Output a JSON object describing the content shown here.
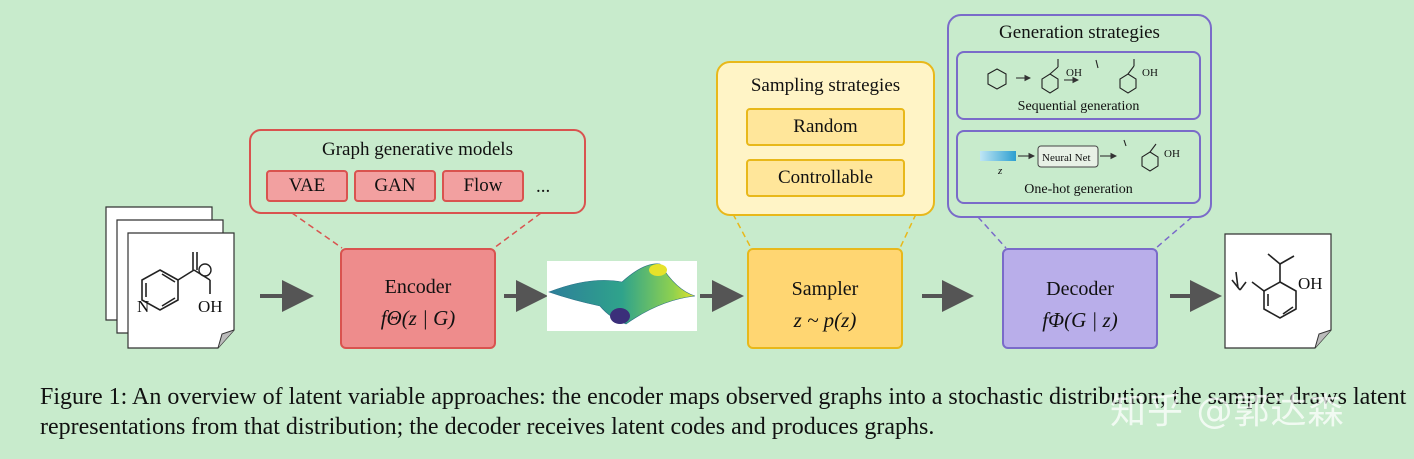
{
  "graph_models": {
    "title": "Graph generative models",
    "items": [
      "VAE",
      "GAN",
      "Flow",
      "..."
    ]
  },
  "sampling": {
    "title": "Sampling strategies",
    "items": [
      "Random",
      "Controllable"
    ]
  },
  "generation": {
    "title": "Generation strategies",
    "sequential_label": "Sequential generation",
    "onehot_label": "One-hot generation",
    "neural_net_label": "Neural Net",
    "z_label": "z",
    "oh_label": "OH"
  },
  "encoder": {
    "title": "Encoder",
    "formula": "fΘ(z | G)"
  },
  "sampler": {
    "title": "Sampler",
    "formula": "z ~ p(z)"
  },
  "decoder": {
    "title": "Decoder",
    "formula": "fΦ(G | z)"
  },
  "input_molecule": {
    "n_label": "N",
    "oh_label": "OH"
  },
  "output_molecule": {
    "oh_label": "OH"
  },
  "caption": "Figure 1: An overview of latent variable approaches: the encoder maps observed graphs into a stochastic distribution; the sampler draws latent representations from that distribution; the decoder receives latent codes and produces graphs.",
  "watermark": "知乎 @郭达森",
  "colors": {
    "background": "#c8ebcc",
    "red": "#d9534f",
    "yellow": "#e8b81a",
    "purple": "#7a6bc9",
    "arrow": "#555555"
  }
}
